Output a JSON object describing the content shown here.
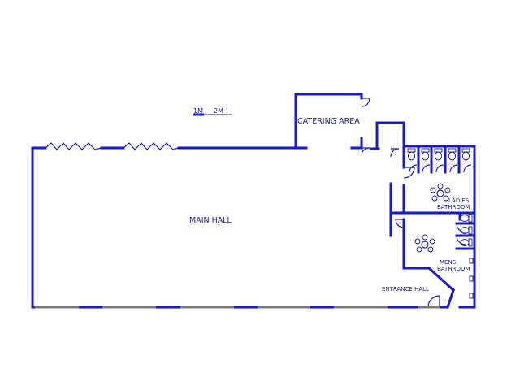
{
  "colors": {
    "wall": "#1a1acc",
    "text": "#1d1d8a",
    "window": "#7a7a7a"
  },
  "scale_bar": {
    "label_1": "1M",
    "label_2": "2M"
  },
  "rooms": {
    "main_hall": "MAIN HALL",
    "catering_area": "CATERING AREA",
    "ladies_line1": "LADIES",
    "ladies_line2": "BATHROOM",
    "mens_line1": "MENS",
    "mens_line2": "BATHROOM",
    "entrance_hall": "ENTRANCE HALL"
  }
}
